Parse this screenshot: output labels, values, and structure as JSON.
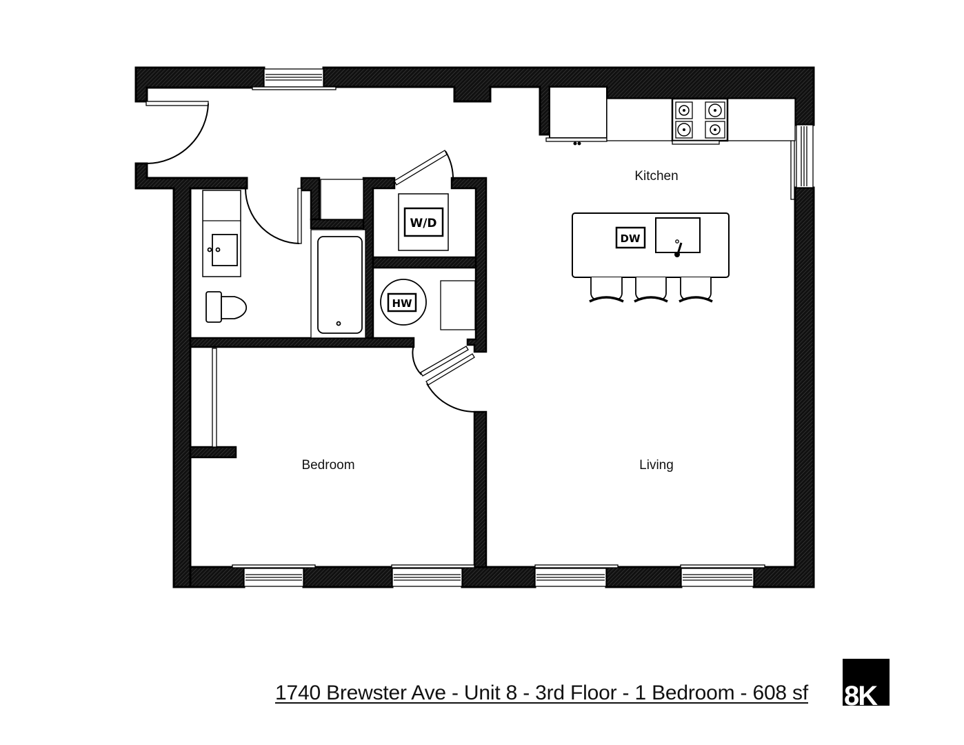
{
  "floorplan": {
    "caption": "1740 Brewster Ave - Unit 8 - 3rd Floor - 1 Bedroom - 608 sf",
    "address": "1740 Brewster Ave",
    "unit": "Unit 8",
    "floor": "3rd Floor",
    "bedrooms": "1 Bedroom",
    "area": "608 sf",
    "logo_text": "8K",
    "rooms": {
      "kitchen": "Kitchen",
      "living": "Living",
      "bedroom": "Bedroom"
    },
    "appliances": {
      "washer_dryer": "W/D",
      "water_heater": "HW",
      "dishwasher": "DW"
    },
    "colors": {
      "wall": "#111111",
      "wall_hatch": "#3a3a3a",
      "background": "#ffffff",
      "line": "#000000"
    }
  }
}
